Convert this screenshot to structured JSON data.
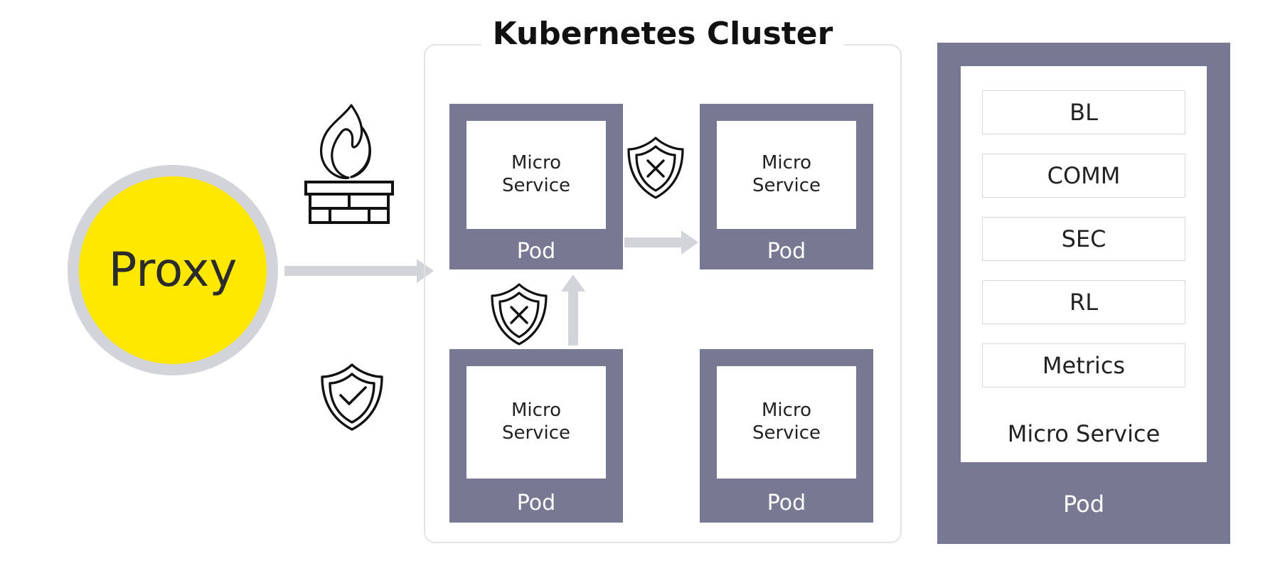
{
  "diagram": {
    "title": "Kubernetes Cluster",
    "background_color": "#ffffff",
    "pod_color": "#777891",
    "proxy_color": "#FFE800",
    "proxy_ring_color": "#D3D4DA",
    "arrow_color": "#D3D4DA",
    "cluster_border_color": "#E3E3E6"
  },
  "proxy": {
    "label": "Proxy"
  },
  "icons": {
    "firewall": "firewall-flame-brickwall-icon",
    "shield_check": "shield-check-icon",
    "shield_x_top": "shield-x-icon",
    "shield_x_left": "shield-x-icon"
  },
  "cluster": {
    "title": "Kubernetes Cluster",
    "pods": [
      {
        "id": "pod-a",
        "service_line1": "Micro",
        "service_line2": "Service",
        "label": "Pod"
      },
      {
        "id": "pod-b",
        "service_line1": "Micro",
        "service_line2": "Service",
        "label": "Pod"
      },
      {
        "id": "pod-c",
        "service_line1": "Micro",
        "service_line2": "Service",
        "label": "Pod"
      },
      {
        "id": "pod-d",
        "service_line1": "Micro",
        "service_line2": "Service",
        "label": "Pod"
      }
    ],
    "connections": [
      {
        "from": "proxy",
        "to": "pod-a",
        "direction": "right"
      },
      {
        "from": "pod-a",
        "to": "pod-b",
        "direction": "right"
      },
      {
        "from": "pod-c",
        "to": "pod-a",
        "direction": "up"
      }
    ]
  },
  "detail_pod": {
    "layers": [
      {
        "label": "BL"
      },
      {
        "label": "COMM"
      },
      {
        "label": "SEC"
      },
      {
        "label": "RL"
      },
      {
        "label": "Metrics"
      }
    ],
    "service_label": "Micro Service",
    "pod_label": "Pod"
  }
}
